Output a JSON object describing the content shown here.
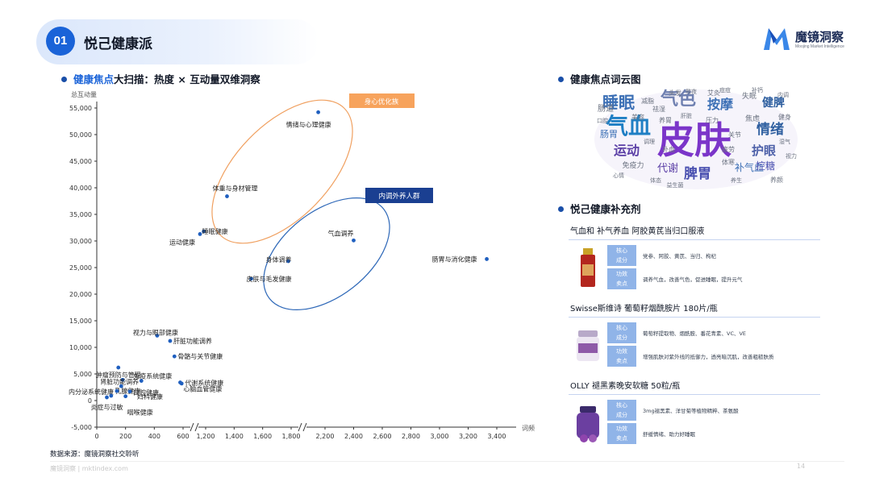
{
  "header": {
    "number": "01",
    "title": "悦己健康派"
  },
  "brand": {
    "name": "魔镜洞察",
    "tagline": "Moojing Market Intelligence"
  },
  "left_section": {
    "highlight": "健康焦点",
    "rest": "大扫描：热度 × 互动量双维洞察"
  },
  "colors": {
    "primary": "#1a63d8",
    "point": "#1f5fbf",
    "orange": "#f0a060",
    "orange_tag": "#f7a35c",
    "navy_tag": "#1a3f91",
    "cloud_purple": "#7b35c9"
  },
  "chart_data": {
    "type": "scatter",
    "ylabel": "总互动量",
    "xlabel": "词频",
    "x_ticks": [
      "0",
      "200",
      "400",
      "600",
      "1,200",
      "1,400",
      "1,600",
      "1,800",
      "2,200",
      "2,400",
      "2,600",
      "2,800",
      "3,000",
      "3,200",
      "3,400"
    ],
    "x_axis_note": "axis break between 600 and 1,200 and between 1,800 and 2,200",
    "y_ticks": [
      "55,000",
      "50,000",
      "45,000",
      "40,000",
      "35,000",
      "30,000",
      "25,000",
      "20,000",
      "15,000",
      "10,000",
      "5,000",
      "0",
      "-5,000"
    ],
    "ylim": [
      -5000,
      55000
    ],
    "grid": false,
    "points": [
      {
        "name": "情绪与心理健康",
        "x": 2120,
        "y": 54200
      },
      {
        "name": "体重与身材管理",
        "x": 1350,
        "y": 38400
      },
      {
        "name": "睡眠健康",
        "x": 1150,
        "y": 31800
      },
      {
        "name": "运动健康",
        "x": 1050,
        "y": 31300
      },
      {
        "name": "气血调养",
        "x": 2400,
        "y": 30100
      },
      {
        "name": "身体调养",
        "x": 1780,
        "y": 26200
      },
      {
        "name": "皮肤与毛发健康",
        "x": 1520,
        "y": 22900
      },
      {
        "name": "肠胃与消化健康",
        "x": 3330,
        "y": 26600
      },
      {
        "name": "视力与眼部健康",
        "x": 420,
        "y": 12200
      },
      {
        "name": "肝脏功能调养",
        "x": 510,
        "y": 11200
      },
      {
        "name": "骨骼与关节健康",
        "x": 540,
        "y": 8300
      },
      {
        "name": "肿瘤预防与管理",
        "x": 150,
        "y": 6200
      },
      {
        "name": "肾脏功能调养",
        "x": 180,
        "y": 3900
      },
      {
        "name": "免疫系统健康",
        "x": 310,
        "y": 3700
      },
      {
        "name": "代谢系统健康",
        "x": 590,
        "y": 3200
      },
      {
        "name": "乳腺健康",
        "x": 170,
        "y": 2700
      },
      {
        "name": "内分泌系统健康",
        "x": 140,
        "y": 1800
      },
      {
        "name": "心脑血管健康",
        "x": 580,
        "y": 3400
      },
      {
        "name": "口腔健康",
        "x": 230,
        "y": 1700
      },
      {
        "name": "妇科健康",
        "x": 100,
        "y": 900
      },
      {
        "name": "炎症与过敏",
        "x": 70,
        "y": 600
      },
      {
        "name": "咽喉健康",
        "x": 200,
        "y": 800
      }
    ],
    "groups": [
      {
        "name": "身心优化族",
        "members": [
          "情绪与心理健康",
          "体重与身材管理",
          "睡眠健康",
          "运动健康"
        ]
      },
      {
        "name": "内调外养人群",
        "members": [
          "气血调养",
          "身体调养",
          "皮肤与毛发健康"
        ]
      }
    ]
  },
  "wordcloud": {
    "title": "健康焦点词云图",
    "words": [
      {
        "text": "皮肤",
        "size": 46,
        "color": "#7b35c9"
      },
      {
        "text": "气血",
        "size": 28,
        "color": "#1f7fc4"
      },
      {
        "text": "睡眠",
        "size": 20,
        "color": "#3b6fb5"
      },
      {
        "text": "气色",
        "size": 22,
        "color": "#6e7fb0"
      },
      {
        "text": "按摩",
        "size": 16,
        "color": "#3b6fb5"
      },
      {
        "text": "情绪",
        "size": 17,
        "color": "#2f5fa0"
      },
      {
        "text": "健脾",
        "size": 14,
        "color": "#2f5fa0"
      },
      {
        "text": "运动",
        "size": 16,
        "color": "#5b3fa6"
      },
      {
        "text": "脾胃",
        "size": 17,
        "color": "#4a50b0"
      },
      {
        "text": "护眼",
        "size": 15,
        "color": "#4c5fa8"
      },
      {
        "text": "代谢",
        "size": 13,
        "color": "#5b3fa6"
      },
      {
        "text": "补气血",
        "size": 12,
        "color": "#3c6fb5"
      },
      {
        "text": "控糖",
        "size": 12,
        "color": "#4a50b0"
      },
      {
        "text": "肠胃",
        "size": 11,
        "color": "#3b6fb5"
      },
      {
        "text": "肠道",
        "size": 10,
        "color": "#6b7280"
      },
      {
        "text": "免疫力",
        "size": 9,
        "color": "#6b7280"
      },
      {
        "text": "压力",
        "size": 8,
        "color": "#6b7280"
      },
      {
        "text": "失眠",
        "size": 9,
        "color": "#6b7280"
      },
      {
        "text": "焦虑",
        "size": 9,
        "color": "#6b7280"
      },
      {
        "text": "减脂",
        "size": 8,
        "color": "#6b7280"
      },
      {
        "text": "疲劳",
        "size": 8,
        "color": "#6b7280"
      },
      {
        "text": "养胃",
        "size": 8,
        "color": "#6b7280"
      },
      {
        "text": "体寒",
        "size": 8,
        "color": "#6b7280"
      },
      {
        "text": "补血",
        "size": 8,
        "color": "#6b7280"
      },
      {
        "text": "头发",
        "size": 8,
        "color": "#6b7280"
      },
      {
        "text": "艾灸",
        "size": 8,
        "color": "#6b7280"
      },
      {
        "text": "健身",
        "size": 8,
        "color": "#6b7280"
      },
      {
        "text": "美容",
        "size": 8,
        "color": "#6b7280"
      },
      {
        "text": "养颜",
        "size": 8,
        "color": "#6b7280"
      },
      {
        "text": "祛湿",
        "size": 8,
        "color": "#6b7280"
      },
      {
        "text": "关节",
        "size": 8,
        "color": "#6b7280"
      },
      {
        "text": "口腔",
        "size": 7,
        "color": "#6b7280"
      },
      {
        "text": "湿气",
        "size": 7,
        "color": "#6b7280"
      },
      {
        "text": "肝脏",
        "size": 7,
        "color": "#6b7280"
      },
      {
        "text": "养生",
        "size": 7,
        "color": "#6b7280"
      },
      {
        "text": "调理",
        "size": 7,
        "color": "#6b7280"
      },
      {
        "text": "心情",
        "size": 7,
        "color": "#6b7280"
      },
      {
        "text": "熬夜",
        "size": 7,
        "color": "#6b7280"
      },
      {
        "text": "视力",
        "size": 7,
        "color": "#6b7280"
      },
      {
        "text": "内调",
        "size": 7,
        "color": "#6b7280"
      },
      {
        "text": "痘痘",
        "size": 7,
        "color": "#6b7280"
      },
      {
        "text": "体态",
        "size": 7,
        "color": "#6b7280"
      },
      {
        "text": "补钙",
        "size": 7,
        "color": "#6b7280"
      },
      {
        "text": "益生菌",
        "size": 7,
        "color": "#6b7280"
      }
    ]
  },
  "supplements": {
    "title": "悦己健康补充剂",
    "items": [
      {
        "title": "气血和 补气养血 阿胶黄芪当归口服液",
        "tag1": [
          "核心",
          "成分"
        ],
        "text1": "党参、阿胶、黄芪、当归、枸杞",
        "tag2": [
          "功效",
          "卖点"
        ],
        "text2": "调养气血，改善气色，促进睡眠，提升元气"
      },
      {
        "title": "Swisse斯维诗 葡萄籽烟酰胺片 180片/瓶",
        "tag1": [
          "核心",
          "成分"
        ],
        "text1": "葡萄籽提取物、烟酰胺、番花青素、VC、VE",
        "tag2": [
          "功效",
          "卖点"
        ],
        "text2": "增强肌肤对紫外线的抵御力，透亮暗沉肌，改善粗糙肤质"
      },
      {
        "title": "OLLY 褪黑素晚安软糖 50粒/瓶",
        "tag1": [
          "核心",
          "成分"
        ],
        "text1": "3mg褪黑素、洋甘菊等植物精粹、茶氨酸",
        "tag2": [
          "功效",
          "卖点"
        ],
        "text2": "舒缓情绪、助力好睡眠"
      }
    ]
  },
  "footer": {
    "source": "数据来源：魔镜洞察社交聆听",
    "website": "魔镜洞察 | mktindex.com",
    "page": "14"
  }
}
